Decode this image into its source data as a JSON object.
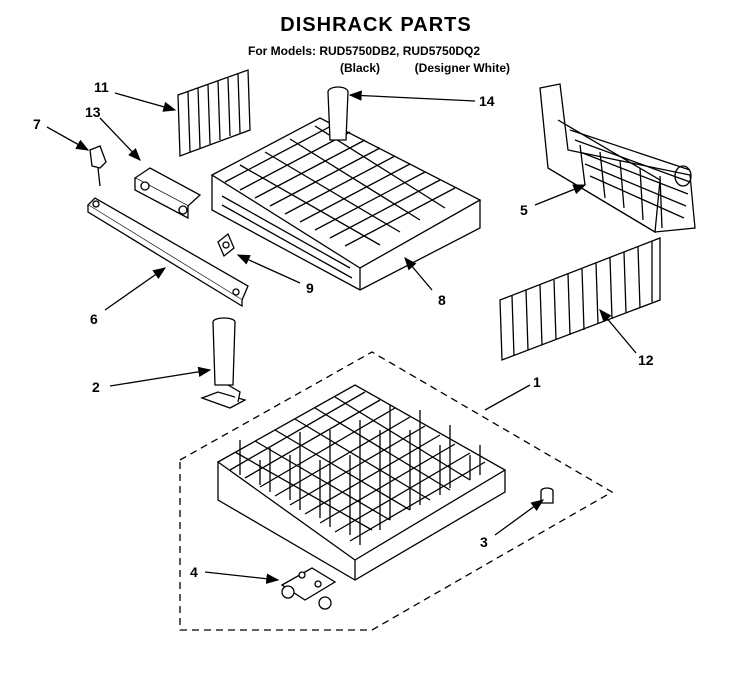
{
  "diagram": {
    "title": "DISHRACK PARTS",
    "models_line": "For Models: RUD5750DB2, RUD5750DQ2",
    "color_black": "(Black)",
    "color_white": "(Designer White)",
    "callouts": [
      {
        "id": "c1",
        "label": "1"
      },
      {
        "id": "c2",
        "label": "2"
      },
      {
        "id": "c3",
        "label": "3"
      },
      {
        "id": "c4",
        "label": "4"
      },
      {
        "id": "c5",
        "label": "5"
      },
      {
        "id": "c6",
        "label": "6"
      },
      {
        "id": "c7",
        "label": "7"
      },
      {
        "id": "c8",
        "label": "8"
      },
      {
        "id": "c9",
        "label": "9"
      },
      {
        "id": "c11",
        "label": "11"
      },
      {
        "id": "c12",
        "label": "12"
      },
      {
        "id": "c13",
        "label": "13"
      },
      {
        "id": "c14",
        "label": "14"
      }
    ]
  }
}
